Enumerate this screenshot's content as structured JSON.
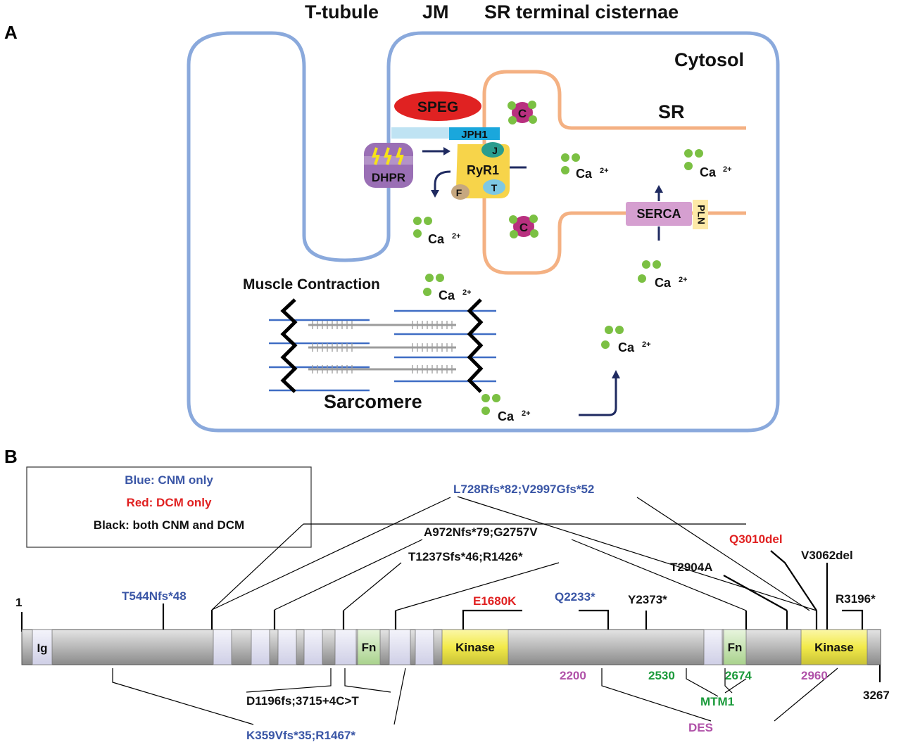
{
  "panel_a": {
    "letter": "A",
    "headers": {
      "t_tubule": "T-tubule",
      "jm": "JM",
      "sr_terminal": "SR terminal cisternae"
    },
    "cytosol": "Cytosol",
    "sr": "SR",
    "speg": "SPEG",
    "jph1": "JPH1",
    "dhpr": "DHPR",
    "ryr1": "RyR1",
    "j": "J",
    "t": "T",
    "f": "F",
    "c": "C",
    "serca": "SERCA",
    "pln": "PLN",
    "ca": "Ca",
    "ca_charge": "2+",
    "muscle_contraction": "Muscle Contraction",
    "sarcomere": "Sarcomere"
  },
  "panel_b": {
    "letter": "B",
    "legend": {
      "blue": "Blue: CNM only",
      "red": "Red: DCM only",
      "black": "Black: both CNM and DCM"
    },
    "start": "1",
    "end": "3267",
    "domains": {
      "ig": "Ig",
      "fn": "Fn",
      "kinase": "Kinase"
    },
    "mutations_above": {
      "m1": "T544Nfs*48",
      "m2": "L728Rfs*82;V2997Gfs*52",
      "m3": "A972Nfs*79;G2757V",
      "m4": "T1237Sfs*46;R1426*",
      "m5": "E1680K",
      "m6": "Q2233*",
      "m7": "Y2373*",
      "m8": "T2904A",
      "m9": "Q3010del",
      "m10": "V3062del",
      "m11": "R3196*"
    },
    "mutations_below": {
      "d1": "D1196fs;3715+4C>T",
      "d2": "K359Vfs*35;R1467*"
    },
    "positions": {
      "p2200": "2200",
      "p2530": "2530",
      "p2674": "2674",
      "p2960": "2960"
    },
    "binding": {
      "mtm1": "MTM1",
      "des": "DES"
    }
  },
  "colors": {
    "blue_label": "#3a56a6",
    "red_label": "#e02020",
    "membrane": "#8aa9dc",
    "sr_membrane": "#f4b183",
    "calcium": "#7bc043",
    "kinase": "#f2ee5a",
    "fn": "#c9e6b5",
    "ig": "#e6e6f5"
  }
}
